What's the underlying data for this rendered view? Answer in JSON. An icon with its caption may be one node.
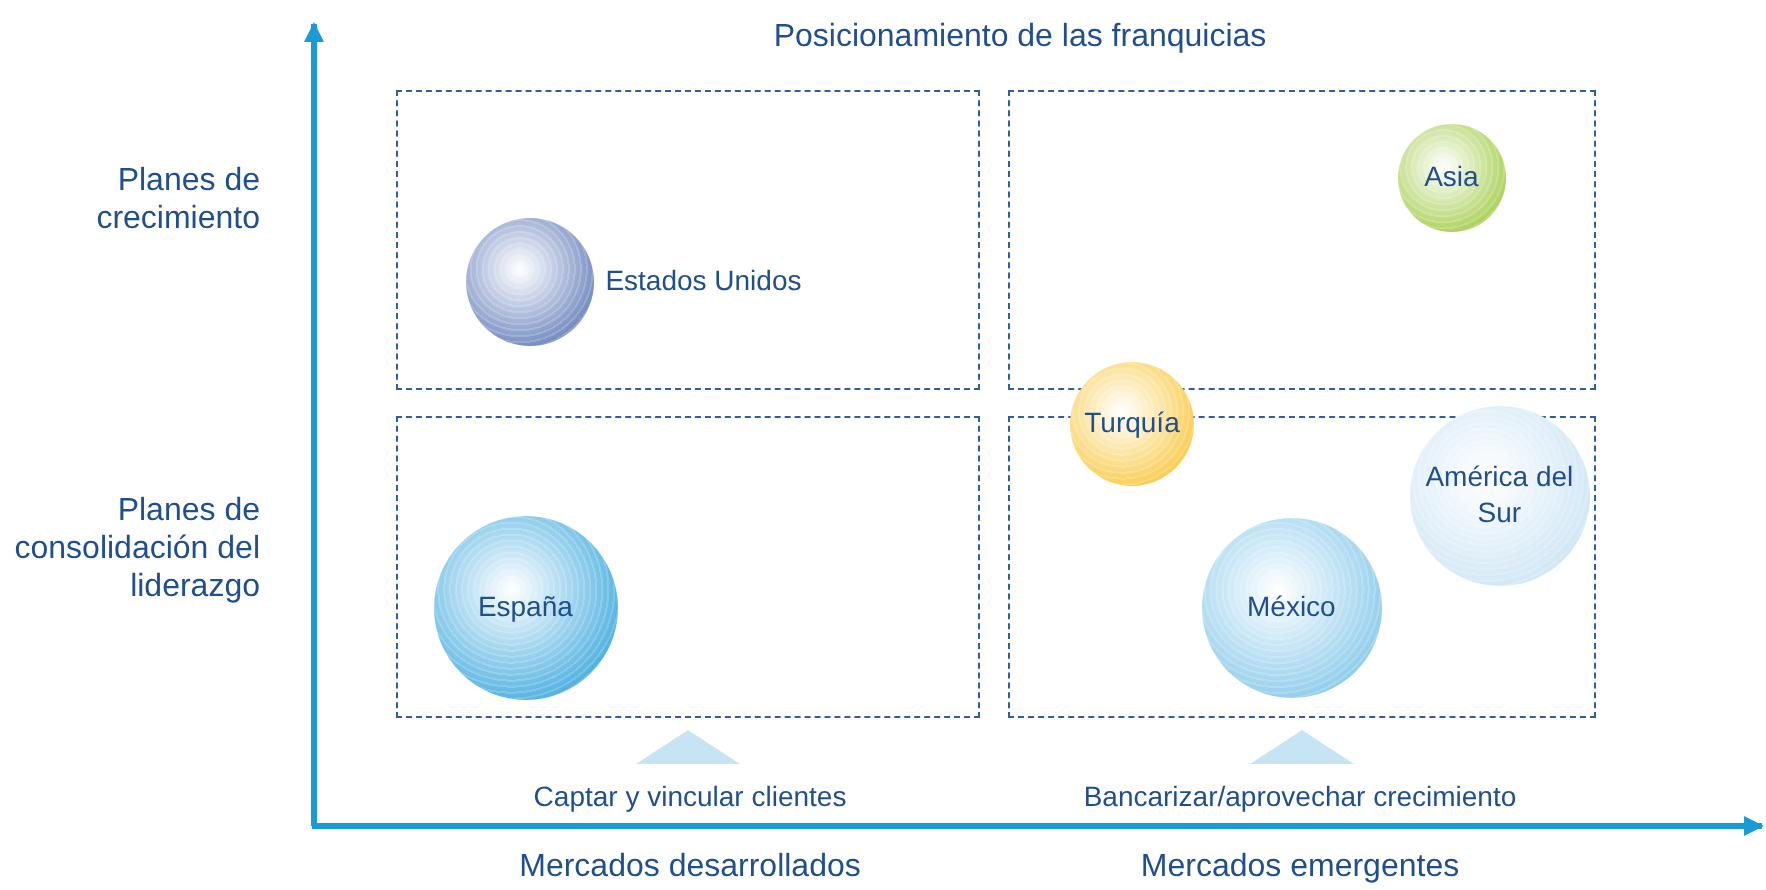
{
  "diagram": {
    "title": "Posicionamiento de las franquicias",
    "nodes": [
      {
        "text": [],
        "shape": "box"
      },
      {
        "text": [],
        "shape": "box"
      },
      {
        "text": [],
        "shape": "box"
      },
      {
        "text": [],
        "shape": "box"
      },
      {
        "text": [],
        "shape": "circle",
        "in": 0,
        "beside": [
          "Estados Unidos"
        ]
      },
      {
        "text": [
          "Asia"
        ],
        "in": 1
      },
      {
        "text": [
          "Turquía"
        ]
      },
      {
        "text": [
          "América del Sur"
        ],
        "in": 3
      },
      {
        "text": [
          "España"
        ],
        "in": 2
      },
      {
        "text": [
          "México"
        ],
        "in": 3
      }
    ],
    "edges": [],
    "labels": [
      "Planes de crecimiento",
      "Planes de consolidación del liderazgo",
      "Captar y vincular clientes",
      "Bancarizar/aprovechar crecimiento",
      "Mercados desarrollados",
      "Mercados emergentes"
    ]
  }
}
